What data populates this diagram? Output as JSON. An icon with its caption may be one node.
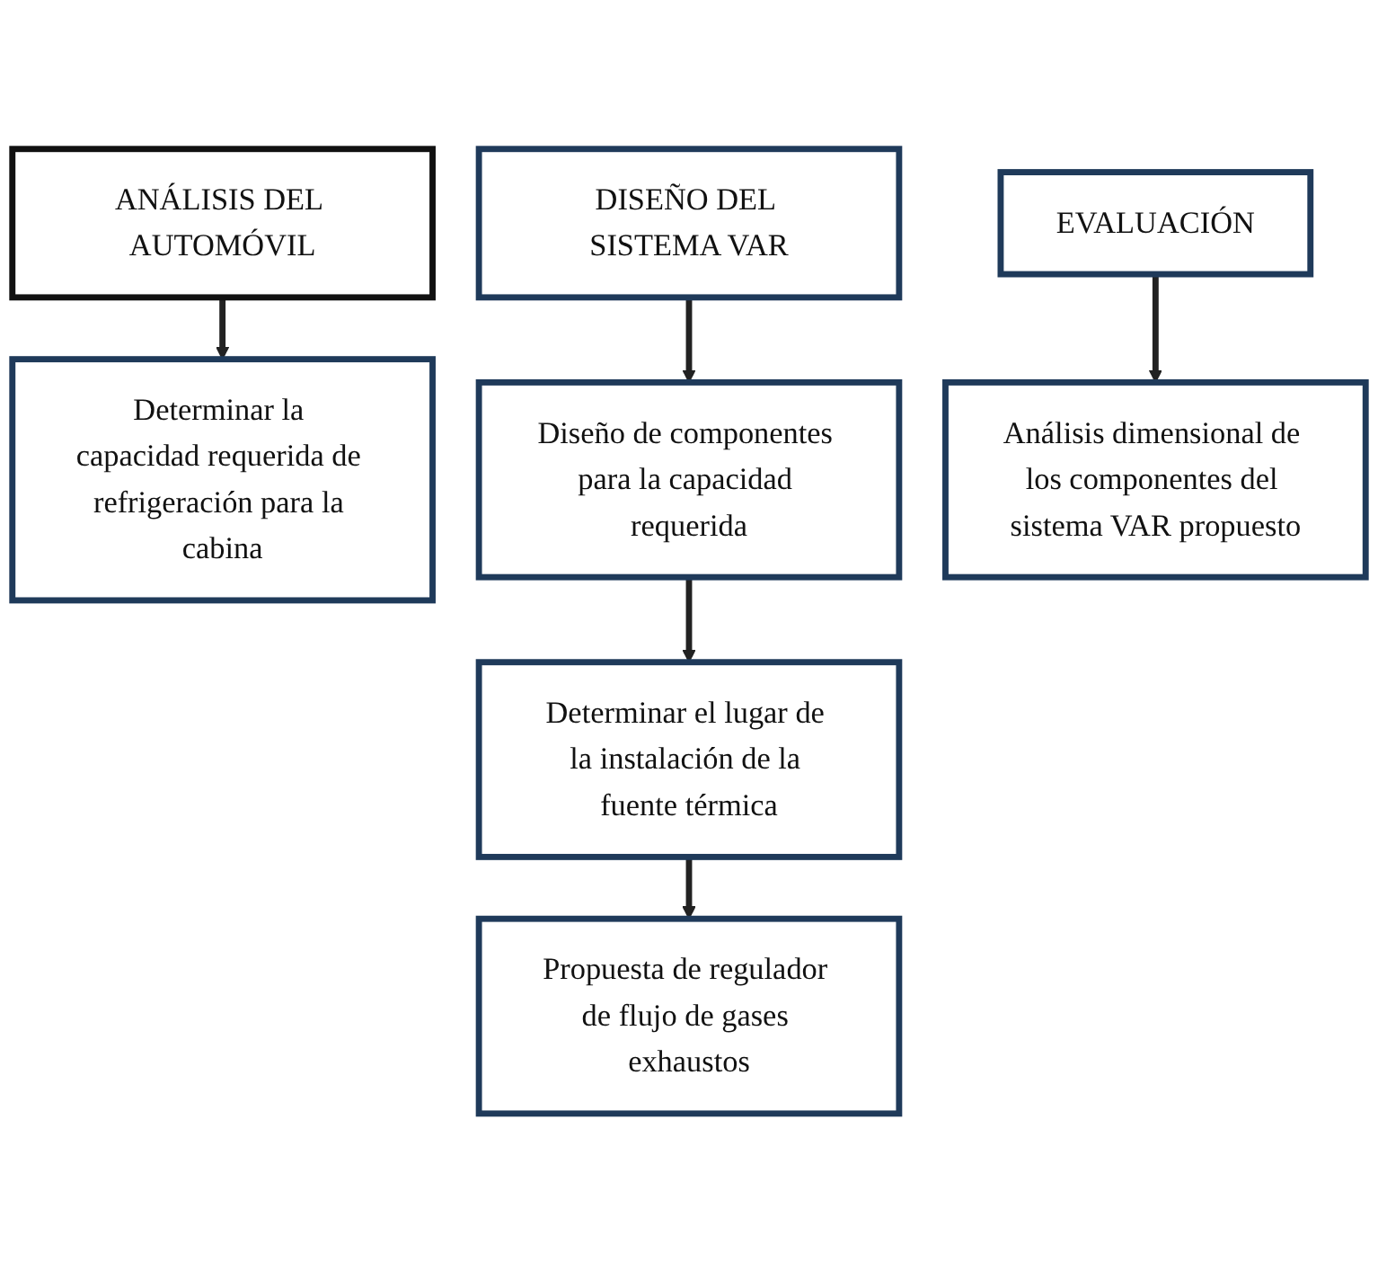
{
  "diagram": {
    "nodes": [
      {
        "text": [
          "ANÁLISIS DEL AUTOMÓVIL"
        ]
      },
      {
        "text": [
          "DISEÑO DEL SISTEMA VAR"
        ]
      },
      {
        "text": [
          "EVALUACIÓN"
        ]
      },
      {
        "text": [
          "Determinar la capacidad requerida de refrigeración para la cabina"
        ]
      },
      {
        "text": [
          "Diseño de componentes para la capacidad requerida"
        ]
      },
      {
        "text": [
          "Determinar el lugar de la instalación de la fuente térmica"
        ]
      },
      {
        "text": [
          "Propuesta de regulador de flujo de gases exhaustos"
        ]
      },
      {
        "text": [
          "Análisis dimensional de los componentes del sistema VAR propuesto"
        ]
      }
    ],
    "edges": [
      {
        "from": 0,
        "to": 3,
        "arrow": "to"
      },
      {
        "from": 1,
        "to": 4,
        "arrow": "to"
      },
      {
        "from": 2,
        "to": 7,
        "arrow": "to"
      },
      {
        "from": 4,
        "to": 5,
        "arrow": "to"
      },
      {
        "from": 5,
        "to": 6,
        "arrow": "to"
      }
    ]
  }
}
